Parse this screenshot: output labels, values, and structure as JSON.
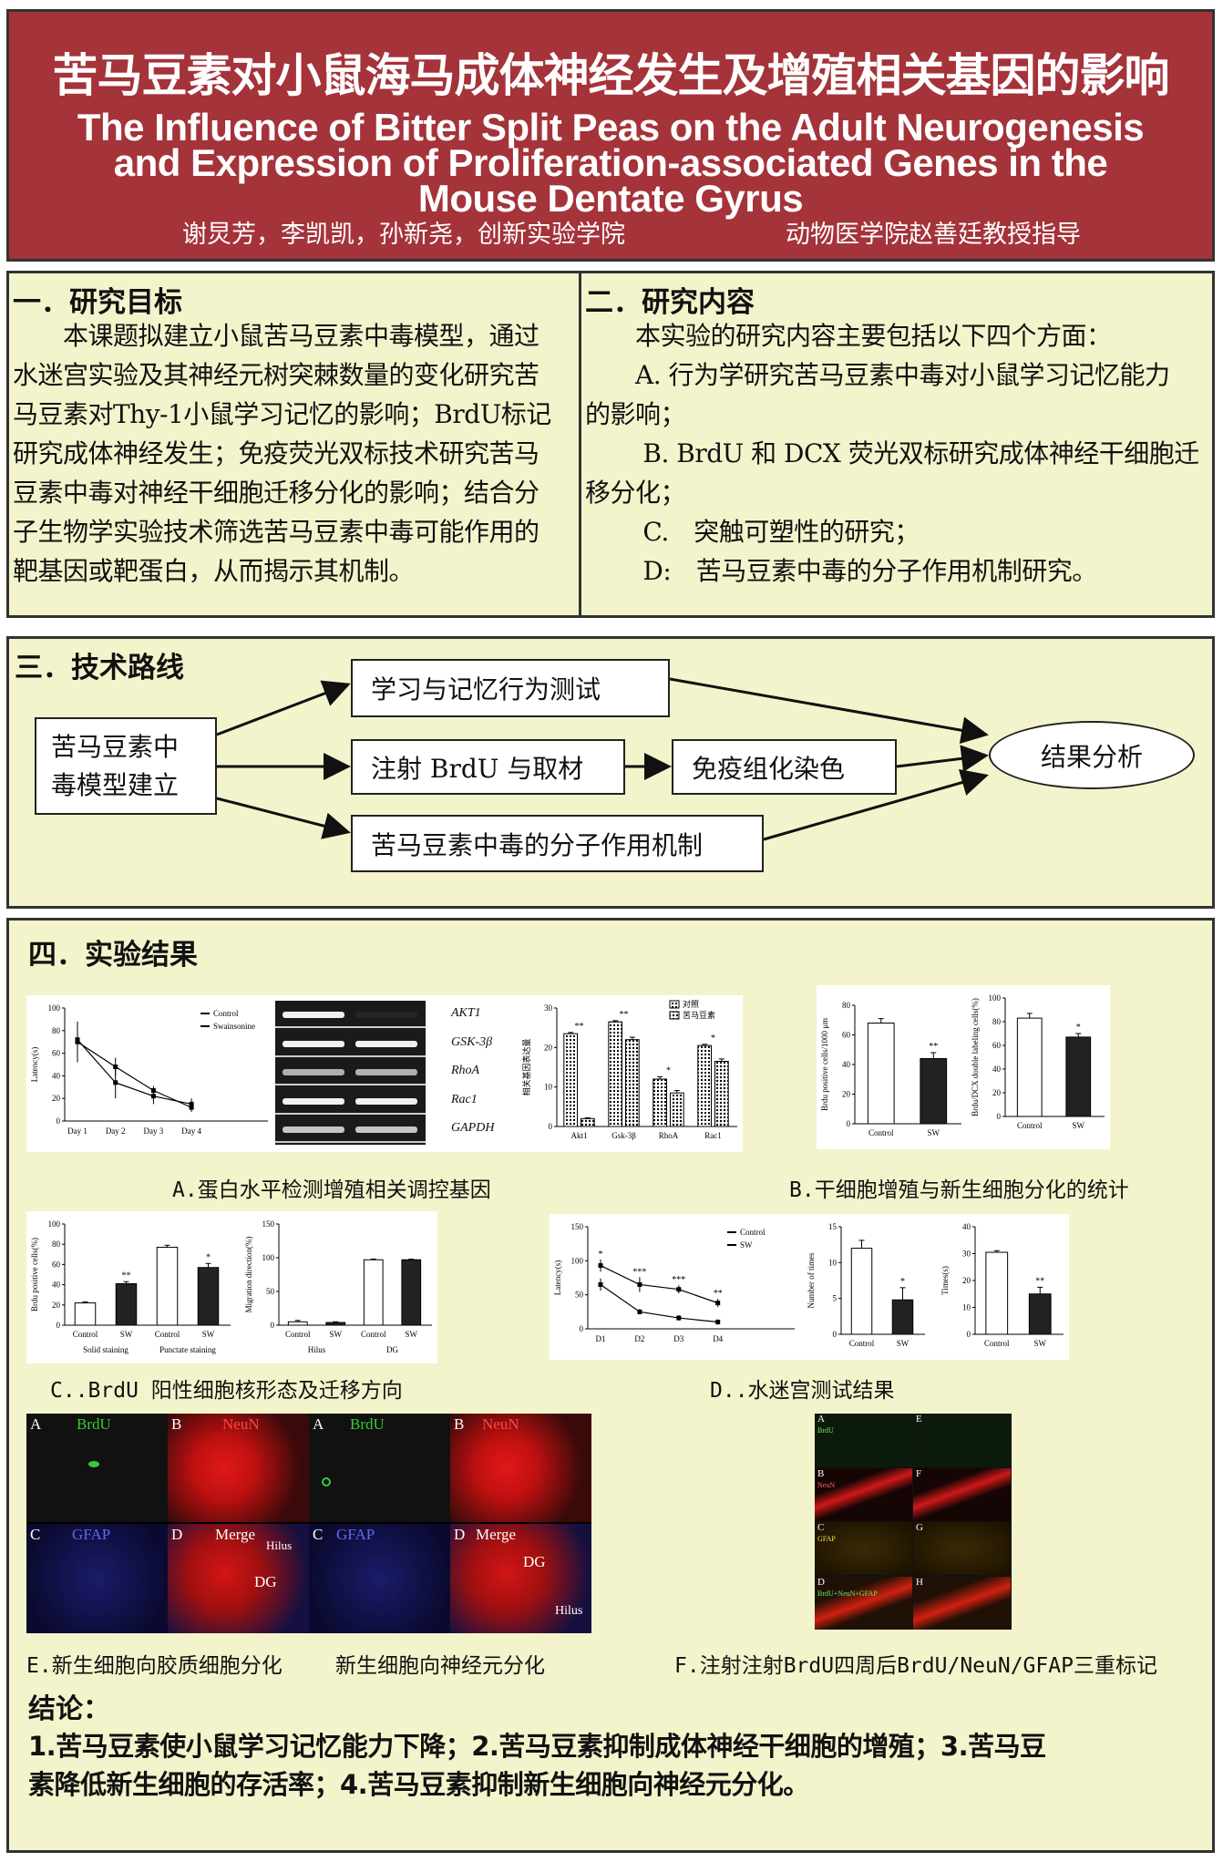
{
  "header": {
    "title_cn": "苦马豆素对小鼠海马成体神经发生及增殖相关基因的影响",
    "title_en": [
      "The Influence of Bitter Split Peas on the Adult Neurogenesis",
      "and Expression of Proliferation-associated Genes in the",
      "Mouse Dentate Gyrus"
    ],
    "authors": "谢炅芳，李凯凯，孙新尧，创新实验学院",
    "supervisor": "动物医学院赵善廷教授指导"
  },
  "section1": {
    "title": "一．研究目标",
    "lines": [
      "　　本课题拟建立小鼠苦马豆素中毒模型，通过",
      "水迷宫实验及其神经元树突棘数量的变化研究苦",
      "马豆素对Thy-1小鼠学习记忆的影响；BrdU标记",
      "研究成体神经发生；免疫荧光双标技术研究苦马",
      "豆素中毒对神经干细胞迁移分化的影响；结合分",
      "子生物学实验技术筛选苦马豆素中毒可能作用的",
      "靶基因或靶蛋白，从而揭示其机制。"
    ]
  },
  "section2": {
    "title": "二．研究内容",
    "lines": [
      "　　本实验的研究内容主要包括以下四个方面：",
      "　　A. 行为学研究苦马豆素中毒对小鼠学习记忆能力",
      "的影响；",
      "　　 B. BrdU 和 DCX 荧光双标研究成体神经干细胞迁",
      "移分化；",
      "　　 C.　突触可塑性的研究；",
      "　　 D:　苦马豆素中毒的分子作用机制研究。"
    ]
  },
  "section3": {
    "title": "三．技术路线",
    "start": "苦马豆素中毒模型建立",
    "start_lines": [
      "苦马豆素中",
      "毒模型建立"
    ],
    "behavior": "学习与记忆行为测试",
    "brdu": "注射 BrdU 与取材",
    "immuno": "免疫组化染色",
    "molecular": "苦马豆素中毒的分子作用机制",
    "result": "结果分析"
  },
  "section4": {
    "title": "四．实验结果",
    "captions": {
      "a": "A.蛋白水平检测增殖相关调控基因",
      "b": "B.干细胞增殖与新生细胞分化的统计",
      "c": "C..BrdU 阳性细胞核形态及迁移方向",
      "d": "D..水迷宫测试结果",
      "e1": "E.新生细胞向胶质细胞分化",
      "e2": "新生细胞向神经元分化",
      "f": "F.注射注射BrdU四周后BrdU/NeuN/GFAP三重标记"
    },
    "gel": {
      "rows": [
        {
          "label": "AKT1",
          "lanes": [
            1,
            0.05
          ]
        },
        {
          "label": "GSK-3β",
          "lanes": [
            1,
            1
          ]
        },
        {
          "label": "RhoA",
          "lanes": [
            0.7,
            0.7
          ]
        },
        {
          "label": "Rac1",
          "lanes": [
            1,
            1
          ]
        },
        {
          "label": "GAPDH",
          "lanes": [
            0.8,
            0.8
          ]
        }
      ]
    },
    "micro_e": {
      "a": "A",
      "b": "B",
      "c": "C",
      "d": "D",
      "brdu": "BrdU",
      "neun": "NeuN",
      "gfap": "GFAP",
      "merge": "Merge",
      "hilus": "Hilus",
      "dg": "DG"
    },
    "micro_f": {
      "labels": [
        "A",
        "E",
        "B",
        "F",
        "C",
        "G",
        "D",
        "H"
      ],
      "brdu": "BrdU",
      "neun": "NeuN",
      "gfap": "GFAP",
      "triple": "BrdU+NeuN+GFAP"
    }
  },
  "conclusion": {
    "title": "结论：",
    "lines": [
      "1.苦马豆素使小鼠学习记忆能力下降；2.苦马豆素抑制成体神经干细胞的增殖；3.苦马豆",
      "素降低新生细胞的存活率；4.苦马豆素抑制新生细胞向神经元分化。"
    ]
  },
  "colors": {
    "header": "#a5333a",
    "panel": "#f4f4cc"
  },
  "chart_data": [
    {
      "id": "a1",
      "type": "line",
      "ylabel": "Latency(s)",
      "categories": [
        "Day 1",
        "Day 2",
        "Day 3",
        "Day 4"
      ],
      "ylim": [
        0,
        100
      ],
      "yticks": [
        0,
        20,
        40,
        60,
        80,
        100
      ],
      "legend": [
        "Control",
        "Swainsonine"
      ],
      "series": [
        {
          "name": "Control",
          "values": [
            70,
            48,
            27,
            12
          ],
          "errors": [
            18,
            8,
            4,
            4
          ]
        },
        {
          "name": "Swainsonine",
          "values": [
            72,
            34,
            22,
            15
          ],
          "errors": [
            14,
            14,
            7,
            5
          ]
        }
      ]
    },
    {
      "id": "a3",
      "type": "bar",
      "ylabel": "相关基因表达量",
      "categories": [
        "Akt1",
        "Gsk-3β",
        "RhoA",
        "Rac1"
      ],
      "ylim": [
        0,
        30
      ],
      "yticks": [
        0,
        10,
        20,
        30
      ],
      "legend": [
        "对照",
        "苦马豆素"
      ],
      "series": [
        {
          "name": "对照",
          "values": [
            23.5,
            26.5,
            12,
            20.5
          ],
          "errors": [
            0.3,
            0.3,
            0.6,
            0.3
          ]
        },
        {
          "name": "苦马豆素",
          "values": [
            2,
            22,
            8.5,
            16.5
          ],
          "errors": [
            0.2,
            0.6,
            0.6,
            0.6
          ]
        }
      ],
      "sig": [
        "**",
        "**",
        "*",
        "*"
      ]
    },
    {
      "id": "b1",
      "type": "bar",
      "ylabel": "Brdu positive cells/1000 μm",
      "categories": [
        "Control",
        "SW"
      ],
      "ylim": [
        0,
        80
      ],
      "yticks": [
        0,
        20,
        40,
        60,
        80
      ],
      "values": [
        68,
        44
      ],
      "errors": [
        3,
        4
      ],
      "sig": [
        "",
        "**"
      ]
    },
    {
      "id": "b2",
      "type": "bar",
      "ylabel": "Brdu/DCX double labeling cells(%)",
      "categories": [
        "Control",
        "SW"
      ],
      "ylim": [
        0,
        100
      ],
      "yticks": [
        0,
        20,
        40,
        60,
        80,
        100
      ],
      "values": [
        83,
        67
      ],
      "errors": [
        4,
        3
      ],
      "sig": [
        "",
        "*"
      ]
    },
    {
      "id": "c1",
      "type": "bar",
      "ylabel": "Brdu positive cells(%)",
      "categories": [
        "Control",
        "SW",
        "Control",
        "SW"
      ],
      "groups": [
        "Solid staining",
        "Punctate staining"
      ],
      "ylim": [
        0,
        100
      ],
      "yticks": [
        0,
        20,
        40,
        60,
        80,
        100
      ],
      "values": [
        22,
        41,
        77,
        57
      ],
      "errors": [
        1,
        2,
        2,
        4
      ],
      "sig": [
        "",
        "**",
        "",
        "*"
      ]
    },
    {
      "id": "c2",
      "type": "bar",
      "ylabel": "Migration direction(%)",
      "categories": [
        "Control",
        "SW",
        "Control",
        "SW"
      ],
      "groups": [
        "Hilus",
        "DG"
      ],
      "ylim": [
        0,
        150
      ],
      "yticks": [
        0,
        50,
        100,
        150
      ],
      "values": [
        5,
        4,
        97,
        97
      ],
      "errors": [
        2,
        1,
        1,
        1
      ],
      "sig": [
        "",
        "",
        "",
        ""
      ]
    },
    {
      "id": "d1",
      "type": "line",
      "ylabel": "Latency(s)",
      "categories": [
        "D1",
        "D2",
        "D3",
        "D4"
      ],
      "ylim": [
        0,
        150
      ],
      "yticks": [
        0,
        50,
        100,
        150
      ],
      "legend": [
        "Control",
        "SW"
      ],
      "series": [
        {
          "name": "Control",
          "values": [
            65,
            25,
            16,
            10
          ],
          "errors": [
            9,
            4,
            4,
            4
          ]
        },
        {
          "name": "SW",
          "values": [
            93,
            65,
            58,
            38
          ],
          "errors": [
            9,
            11,
            6,
            6
          ]
        }
      ],
      "sig": [
        "*",
        "***",
        "***",
        "**"
      ]
    },
    {
      "id": "d2",
      "type": "bar",
      "ylabel": "Number of times",
      "categories": [
        "Control",
        "SW"
      ],
      "ylim": [
        0,
        15
      ],
      "yticks": [
        0,
        5,
        10,
        15
      ],
      "values": [
        12,
        4.8
      ],
      "errors": [
        1.1,
        1.7
      ],
      "sig": [
        "",
        "*"
      ]
    },
    {
      "id": "d3",
      "type": "bar",
      "ylabel": "Times(s)",
      "categories": [
        "Control",
        "SW"
      ],
      "ylim": [
        0,
        40
      ],
      "yticks": [
        0,
        10,
        20,
        30,
        40
      ],
      "values": [
        30.5,
        15
      ],
      "errors": [
        0.6,
        2.5
      ],
      "sig": [
        "",
        "**"
      ]
    }
  ]
}
